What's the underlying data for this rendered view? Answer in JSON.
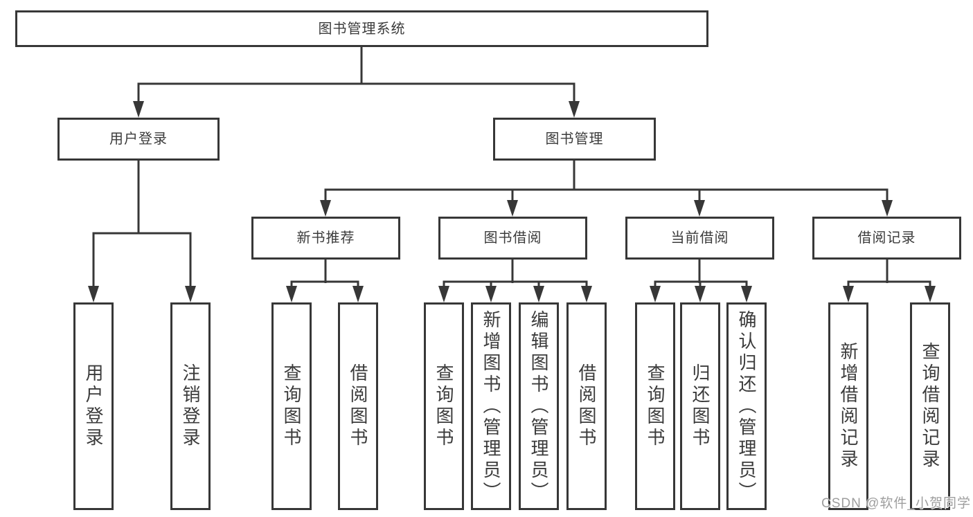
{
  "diagram_title": "图书管理系统",
  "nodes": {
    "root": {
      "label": "图书管理系统"
    },
    "user_login": {
      "label": "用户登录"
    },
    "book_mgmt": {
      "label": "图书管理"
    },
    "new_book_rec": {
      "label": "新书推荐"
    },
    "book_borrow": {
      "label": "图书借阅"
    },
    "current_borrow": {
      "label": "当前借阅"
    },
    "borrow_records": {
      "label": "借阅记录"
    },
    "leaf_user_login": {
      "label": "用户登录"
    },
    "leaf_logout": {
      "label": "注销登录"
    },
    "leaf_query_book_1": {
      "label": "查询图书"
    },
    "leaf_borrow_book_1": {
      "label": "借阅图书"
    },
    "leaf_query_book_2": {
      "label": "查询图书"
    },
    "leaf_add_book": {
      "label": "新增图书（管理员）"
    },
    "leaf_edit_book": {
      "label": "编辑图书（管理员）"
    },
    "leaf_borrow_book_2": {
      "label": "借阅图书"
    },
    "leaf_query_book_3": {
      "label": "查询图书"
    },
    "leaf_return_book": {
      "label": "归还图书"
    },
    "leaf_confirm_return": {
      "label": "确认归还（管理员）"
    },
    "leaf_add_record": {
      "label": "新增借阅记录"
    },
    "leaf_query_record": {
      "label": "查询借阅记录"
    }
  },
  "edges": [
    [
      "root",
      "user_login"
    ],
    [
      "root",
      "book_mgmt"
    ],
    [
      "user_login",
      "leaf_user_login"
    ],
    [
      "user_login",
      "leaf_logout"
    ],
    [
      "book_mgmt",
      "new_book_rec"
    ],
    [
      "book_mgmt",
      "book_borrow"
    ],
    [
      "book_mgmt",
      "current_borrow"
    ],
    [
      "book_mgmt",
      "borrow_records"
    ],
    [
      "new_book_rec",
      "leaf_query_book_1"
    ],
    [
      "new_book_rec",
      "leaf_borrow_book_1"
    ],
    [
      "book_borrow",
      "leaf_query_book_2"
    ],
    [
      "book_borrow",
      "leaf_add_book"
    ],
    [
      "book_borrow",
      "leaf_edit_book"
    ],
    [
      "book_borrow",
      "leaf_borrow_book_2"
    ],
    [
      "current_borrow",
      "leaf_query_book_3"
    ],
    [
      "current_borrow",
      "leaf_return_book"
    ],
    [
      "current_borrow",
      "leaf_confirm_return"
    ],
    [
      "borrow_records",
      "leaf_add_record"
    ],
    [
      "borrow_records",
      "leaf_query_record"
    ]
  ],
  "watermark": "CSDN @软件_小贺同学",
  "colors": {
    "line": "#373737",
    "box_border": "#373737",
    "text": "#3b3b3b",
    "watermark_text": "#9e9e9e",
    "background": "#ffffff"
  }
}
